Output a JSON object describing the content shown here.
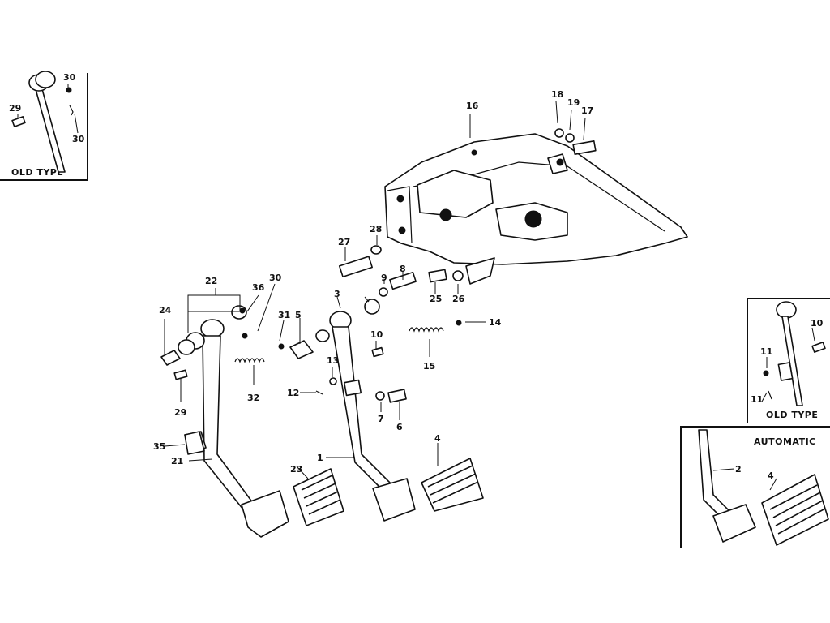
{
  "diagram": {
    "callouts": {
      "p1": "1",
      "p2": "2",
      "p3": "3",
      "p4": "4",
      "p4b": "4",
      "p5": "5",
      "p6": "6",
      "p7": "7",
      "p8": "8",
      "p9": "9",
      "p10": "10",
      "p10b": "10",
      "p11": "11",
      "p11b": "11",
      "p12": "12",
      "p13": "13",
      "p14": "14",
      "p15": "15",
      "p16": "16",
      "p17": "17",
      "p18": "18",
      "p19": "19",
      "p21": "21",
      "p22": "22",
      "p23": "23",
      "p24": "24",
      "p25": "25",
      "p26": "26",
      "p27": "27",
      "p28": "28",
      "p29": "29",
      "p29b": "29",
      "p30": "30",
      "p30b": "30",
      "p30c": "30",
      "p31": "31",
      "p32": "32",
      "p35": "35",
      "p36": "36"
    },
    "insets": {
      "old_type_left": "OLD TYPE",
      "old_type_right": "OLD TYPE",
      "automatic": "AUTOMATIC"
    }
  }
}
